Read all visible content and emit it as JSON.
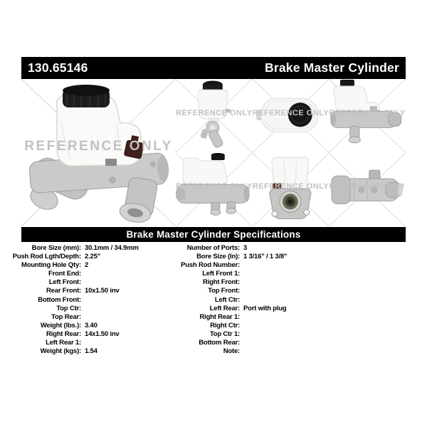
{
  "header": {
    "part_number": "130.65146",
    "product_name": "Brake Master Cylinder"
  },
  "watermark_text": "REFERENCE ONLY",
  "photos": {
    "main": "brake-master-cylinder-angled-view",
    "thumbs": [
      "front-view-with-reservoir",
      "reservoir-top-view-with-cap",
      "right-side-view",
      "left-side-view",
      "rear-flange-bore-view",
      "cylinder-bottom-view"
    ]
  },
  "specifications": {
    "title": "Brake Master Cylinder Specifications",
    "left_column": [
      {
        "label": "Bore Size (mm):",
        "value": "30.1mm / 34.9mm"
      },
      {
        "label": "Push Rod Lgth/Depth:",
        "value": "2.25\""
      },
      {
        "label": "Mounting Hole Qty:",
        "value": "2"
      },
      {
        "label": "Front End:",
        "value": ""
      },
      {
        "label": "Left Front:",
        "value": ""
      },
      {
        "label": "Rear Front:",
        "value": "10x1.50 inv"
      },
      {
        "label": "Bottom Front:",
        "value": ""
      },
      {
        "label": "Top Ctr:",
        "value": ""
      },
      {
        "label": "Top Rear:",
        "value": ""
      },
      {
        "label": "Weight (lbs.):",
        "value": "3.40"
      },
      {
        "label": "Right Rear:",
        "value": "14x1.50 inv"
      },
      {
        "label": "Left Rear 1:",
        "value": ""
      },
      {
        "label": "Weight (kgs):",
        "value": "1.54"
      }
    ],
    "right_column": [
      {
        "label": "Number of Ports:",
        "value": "3"
      },
      {
        "label": "Bore Size (In):",
        "value": "1 3/16\" / 1 3/8\""
      },
      {
        "label": "Push Rod Number:",
        "value": ""
      },
      {
        "label": "Left Front 1:",
        "value": ""
      },
      {
        "label": "Right Front:",
        "value": ""
      },
      {
        "label": "Top Front:",
        "value": ""
      },
      {
        "label": "Left Ctr:",
        "value": ""
      },
      {
        "label": "Left Rear:",
        "value": "Port with plug"
      },
      {
        "label": "Right Rear 1:",
        "value": ""
      },
      {
        "label": "Right Ctr:",
        "value": ""
      },
      {
        "label": "Top Ctr 1:",
        "value": ""
      },
      {
        "label": "Bottom Rear:",
        "value": ""
      },
      {
        "label": "Note:",
        "value": ""
      }
    ]
  },
  "colors": {
    "bar_background": "#000000",
    "bar_text": "#ffffff",
    "spec_text": "#000000",
    "watermark": "#c1c1c1",
    "diagonal_lines": "#dedede"
  }
}
